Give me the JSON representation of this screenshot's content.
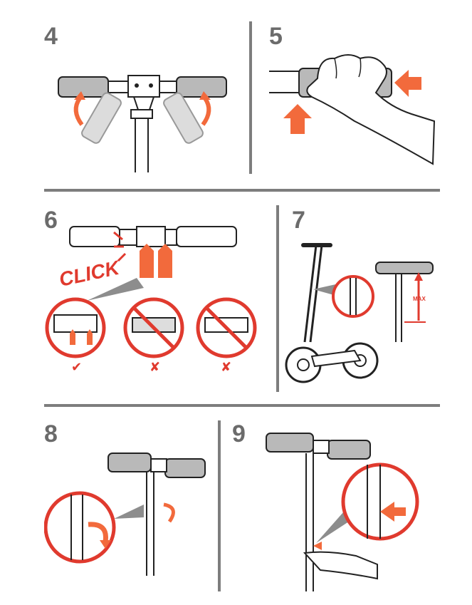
{
  "steps": {
    "s4": "4",
    "s5": "5",
    "s6": "6",
    "s7": "7",
    "s8": "8",
    "s9": "9"
  },
  "step6": {
    "click_text": "CLICK",
    "correct_mark": "✔",
    "wrong_mark_1": "✘",
    "wrong_mark_2": "✘"
  },
  "step7": {
    "max_text": "MAX"
  },
  "colors": {
    "accent_red": "#e03a2e",
    "arrow_orange": "#f26a3c",
    "grip_gray": "#b9b9b9",
    "divider_gray": "#7d7d7d",
    "number_gray": "#6b6b6b"
  }
}
